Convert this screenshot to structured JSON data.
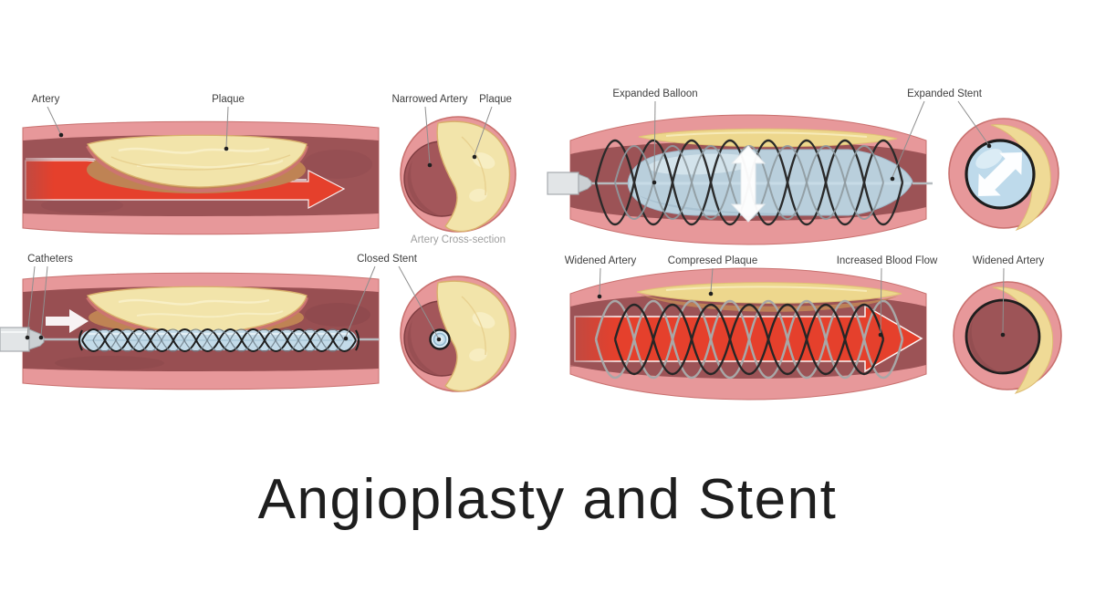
{
  "title": "Angioplasty and Stent",
  "sections": {
    "blocked_artery": {
      "artery_label": "Artery",
      "plaque_label": "Plaque"
    },
    "narrowed_cross_section": {
      "narrowed_artery_label": "Narrowed Artery",
      "plaque_label": "Plaque",
      "caption": "Artery Cross-section"
    },
    "balloon_inflation": {
      "expanded_balloon_label": "Expanded Balloon",
      "expanded_stent_label": "Expanded Stent"
    },
    "catheter_insertion": {
      "catheters_label": "Catheters",
      "closed_stent_label": "Closed Stent"
    },
    "stent_result": {
      "widened_artery_label": "Widened Artery",
      "compressed_plaque_label": "Compresed Plaque",
      "increased_blood_flow_label": "Increased Blood Flow"
    },
    "widened_cross_section": {
      "widened_artery_label": "Widened Artery"
    }
  },
  "colors": {
    "artery_wall": "#E7989A",
    "artery_wall_edge": "#C9716F",
    "artery_lumen": "#9C5356",
    "plaque": "#F2E4AA",
    "plaque_edge": "#D9B06C",
    "plaque_compressed": "#EDD78D",
    "plaque_shadow": "#BF8354",
    "blood_flow_arrow": "#E5402C",
    "balloon": "#B9CFDC",
    "stent_wire_dark": "#262626",
    "stent_wire_light": "#8F9AA0",
    "catheter_body": "#E2E5E7",
    "label_text": "#3E3E3E",
    "caption_text": "#9E9E9E",
    "title_text": "#1E1E1E"
  }
}
